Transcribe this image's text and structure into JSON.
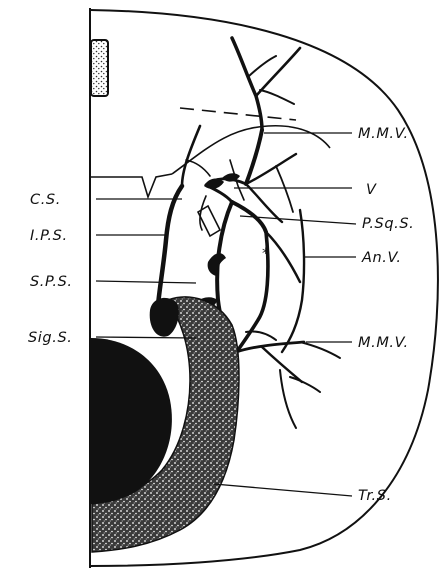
{
  "diagram": {
    "labels": {
      "mmv_upper": "M.M.V.",
      "v": "V",
      "cs": "C.S.",
      "psqs": "P.Sq.S.",
      "ips": "I.P.S.",
      "anv": "An.V.",
      "sps": "S.P.S.",
      "mmv_lower": "M.M.V.",
      "sigs": "Sig.S.",
      "trs": "Tr.S.",
      "asterisk": "*"
    },
    "colors": {
      "ink": "#111111",
      "background": "#ffffff"
    }
  }
}
